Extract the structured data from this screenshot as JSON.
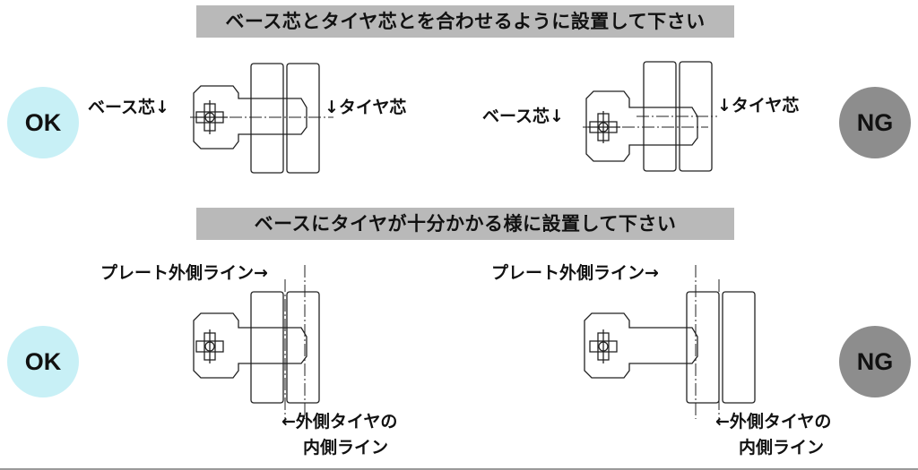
{
  "banners": {
    "top": "ベース芯とタイヤ芯とを合わせるように設置して下さい",
    "bottom": "ベースにタイヤが十分かかる様に設置して下さい"
  },
  "badges": {
    "ok": "OK",
    "ng": "NG"
  },
  "labels": {
    "base_center": "ベース芯↓",
    "tire_center": "↓タイヤ芯",
    "plate_outer_line": "プレート外側ライン→",
    "outer_tire_inner_line_1": "←外側タイヤの",
    "outer_tire_inner_line_2": "内側ライン"
  },
  "colors": {
    "banner_bg": "#b9b9b9",
    "ok_badge": "#c8f0f6",
    "ng_badge": "#8d8d8d",
    "line": "#222222"
  }
}
